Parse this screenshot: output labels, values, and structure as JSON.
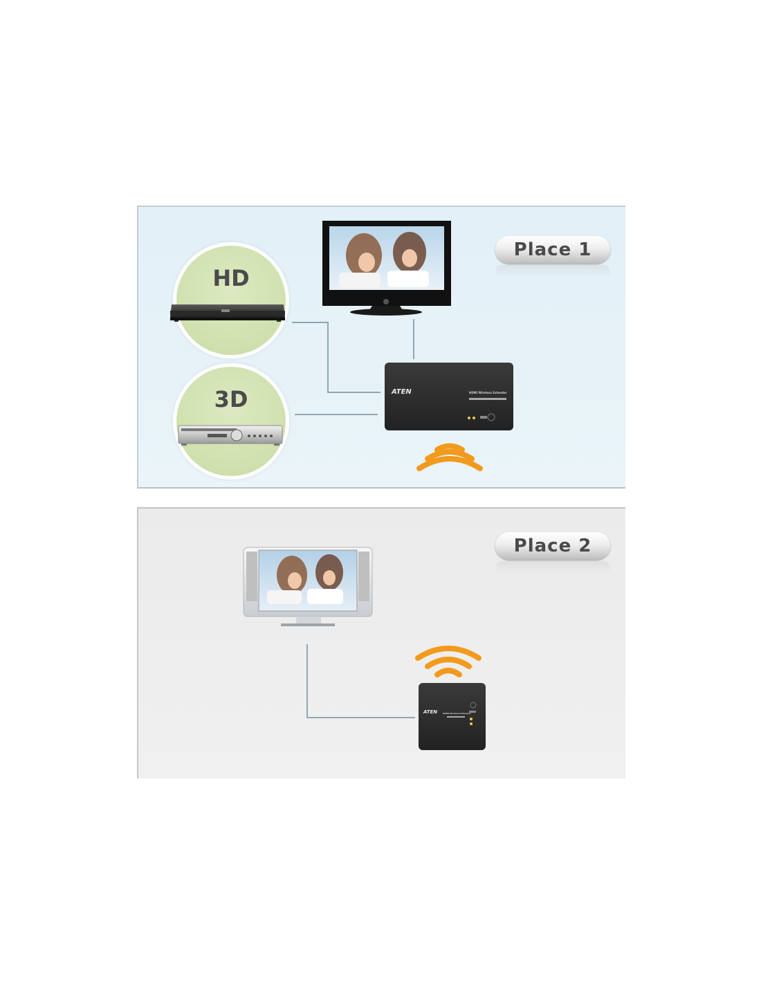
{
  "place1": {
    "label": "Place 1"
  },
  "place2": {
    "label": "Place 2"
  },
  "sources": [
    {
      "label": "HD"
    },
    {
      "label": "3D"
    }
  ],
  "transmitter": {
    "brand": "ATEN",
    "model_text": "HDMI Wireless Extender"
  },
  "receiver": {
    "brand": "ATEN",
    "model_text": "HDMI Wireless Extender"
  },
  "colors": {
    "panel1_bg": "#e2f0f7",
    "panel2_bg": "#ebebeb",
    "circle_fill": "#cfe0ad",
    "wifi_orange": "#f29a1d",
    "connector_line": "#8fa7b3"
  }
}
